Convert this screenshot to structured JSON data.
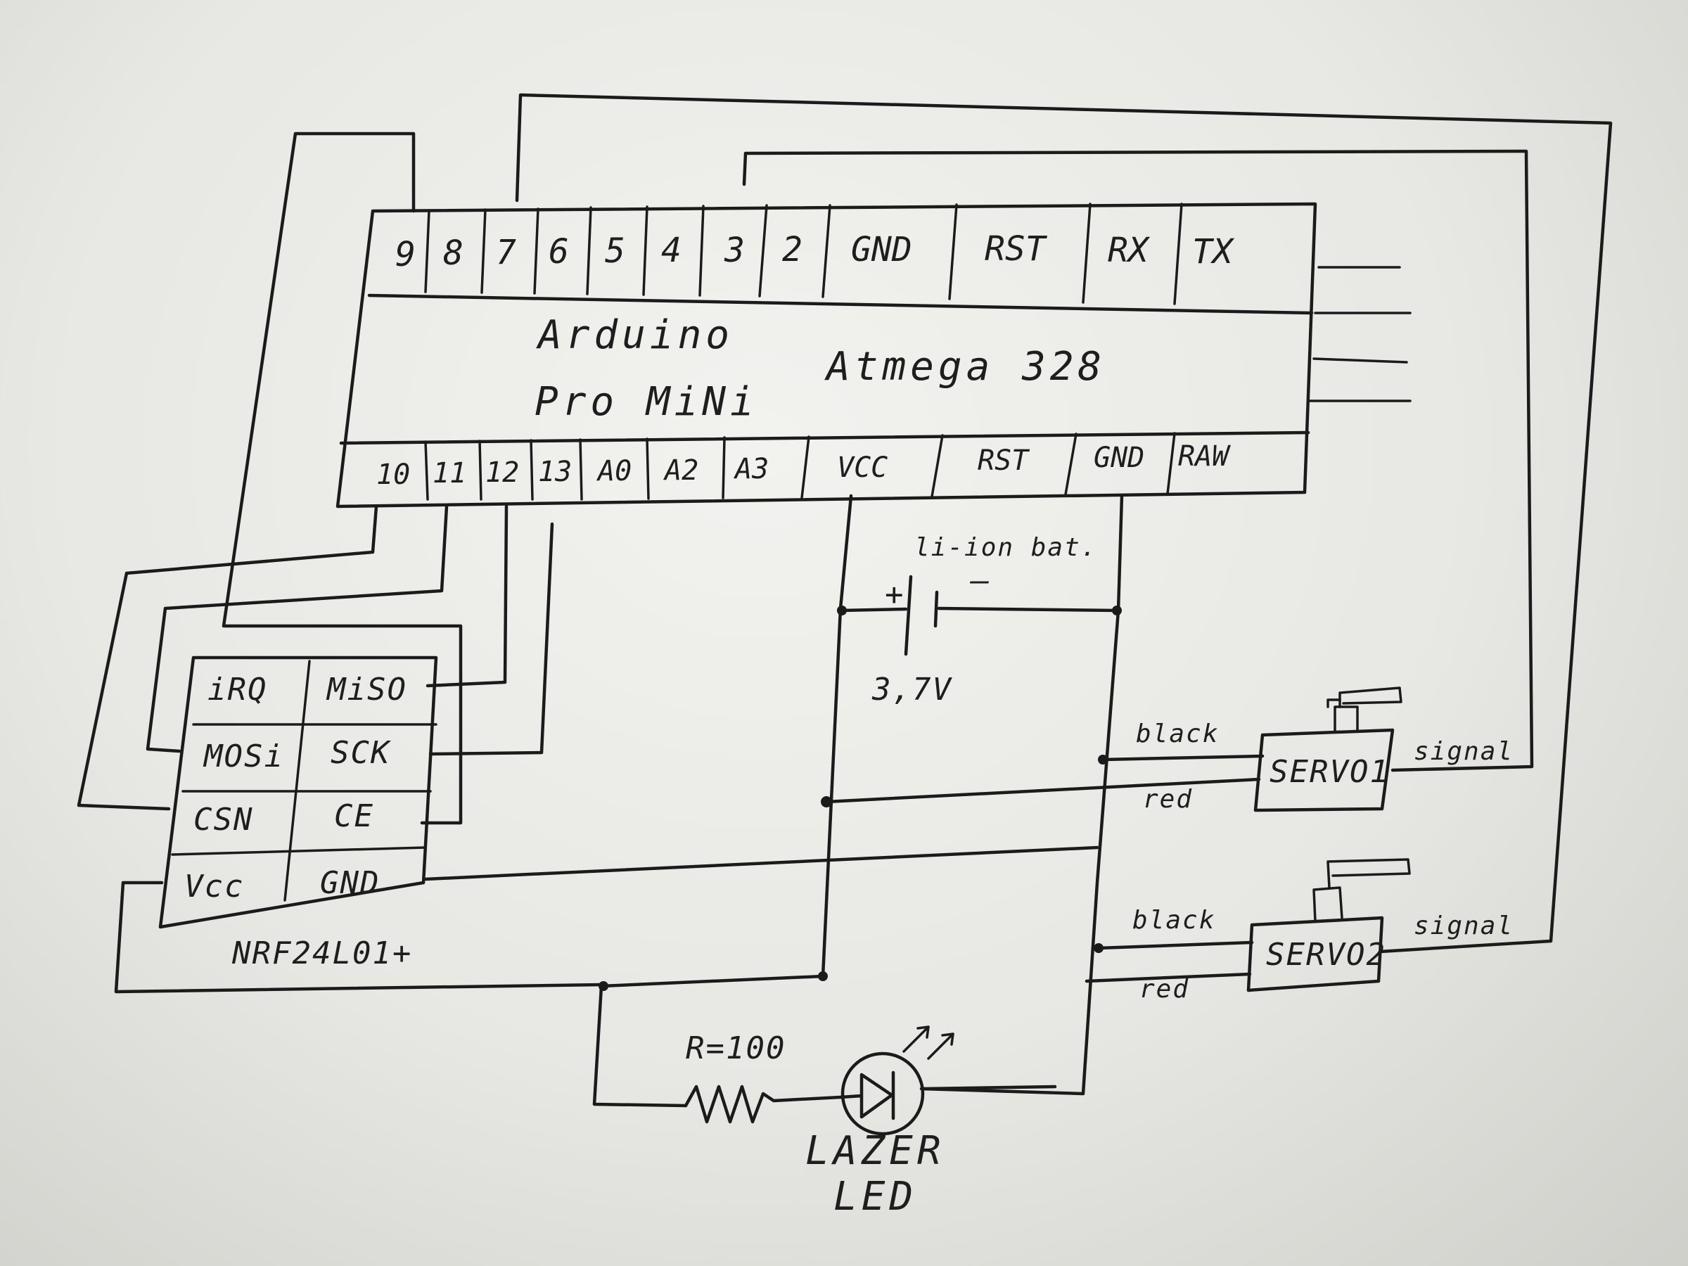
{
  "arduino": {
    "name_line1": "Arduino",
    "name_line2": "Pro MiNi",
    "chip": "Atmega 328",
    "top_pins": [
      "9",
      "8",
      "7",
      "6",
      "5",
      "4",
      "3",
      "2",
      "GND",
      "RST",
      "RX",
      "TX"
    ],
    "bottom_pins": [
      "10",
      "11",
      "12",
      "13",
      "A0",
      "A2",
      "A3",
      "VCC",
      "RST",
      "GND",
      "RAW"
    ]
  },
  "nrf": {
    "name": "NRF24L01+",
    "pins": [
      [
        "iRQ",
        "MiSO"
      ],
      [
        "MOSi",
        "SCK"
      ],
      [
        "CSN",
        "CE"
      ],
      [
        "Vcc",
        "GND"
      ]
    ]
  },
  "battery": {
    "label": "li-ion bat.",
    "plus": "+",
    "minus": "—",
    "voltage": "3,7V"
  },
  "servo1": {
    "name": "SERVO1",
    "black": "black",
    "red": "red",
    "signal": "signal"
  },
  "servo2": {
    "name": "SERVO2",
    "black": "black",
    "red": "red",
    "signal": "signal"
  },
  "resistor": {
    "label": "R=100"
  },
  "laser": {
    "line1": "LAZER",
    "line2": "LED"
  }
}
